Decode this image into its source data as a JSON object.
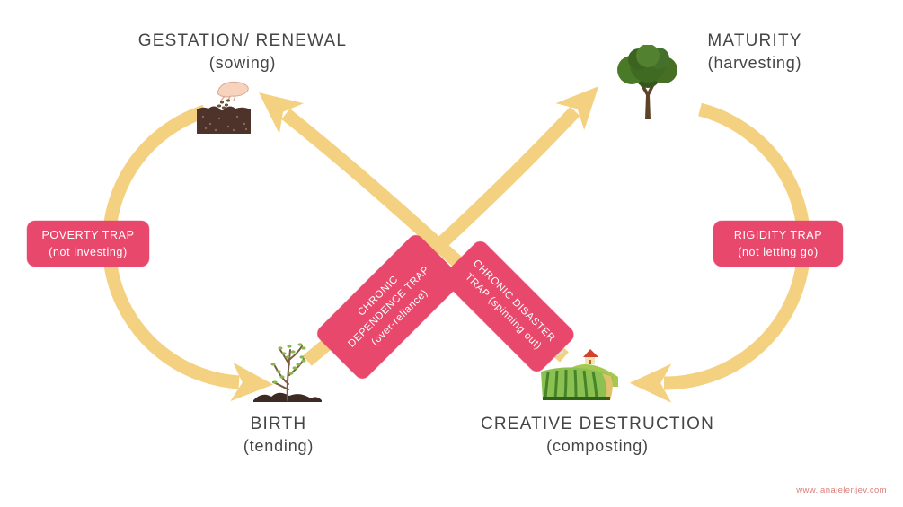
{
  "diagram": {
    "type": "adaptive-cycle-infinity-loop",
    "colors": {
      "arrow": "#F3D180",
      "trap_bg": "#E8486B",
      "trap_text": "#FFFFFF",
      "label_text": "#454545",
      "watermark": "#DB7E7A",
      "background": "#FFFFFF"
    },
    "stages": [
      {
        "id": "gestation-renewal",
        "title": "GESTATION/ RENEWAL",
        "subtitle": "(sowing)",
        "icon": "hand-sowing-seeds-icon"
      },
      {
        "id": "maturity",
        "title": "MATURITY",
        "subtitle": "(harvesting)",
        "icon": "mature-tree-icon"
      },
      {
        "id": "birth",
        "title": "BIRTH",
        "subtitle": "(tending)",
        "icon": "sapling-icon"
      },
      {
        "id": "creative-destruction",
        "title": "CREATIVE DESTRUCTION",
        "subtitle": "(composting)",
        "icon": "farm-field-icon"
      }
    ],
    "traps": [
      {
        "id": "poverty-trap",
        "line1": "POVERTY TRAP",
        "line2": "(not investing)",
        "orientation": "horizontal"
      },
      {
        "id": "rigidity-trap",
        "line1": "RIGIDITY TRAP",
        "line2": "(not letting go)",
        "orientation": "horizontal"
      },
      {
        "id": "chronic-dependence-trap",
        "line1": "CHRONIC",
        "line2": "DEPENDENCE TRAP",
        "line3": "(over-reliance)",
        "orientation": "rotated-45-ccw"
      },
      {
        "id": "chronic-disaster-trap",
        "line1": "CHRONIC DISASTER",
        "line2": "TRAP (spinning out)",
        "orientation": "rotated-45-cw"
      }
    ],
    "flow": [
      "gestation-renewal -> birth (left arc, via poverty trap)",
      "birth -> maturity (diagonal, via chronic dependence trap)",
      "maturity -> creative-destruction (right arc, via rigidity trap)",
      "creative-destruction -> gestation-renewal (diagonal, via chronic disaster trap)"
    ],
    "watermark": "www.lanajelenjev.com"
  }
}
